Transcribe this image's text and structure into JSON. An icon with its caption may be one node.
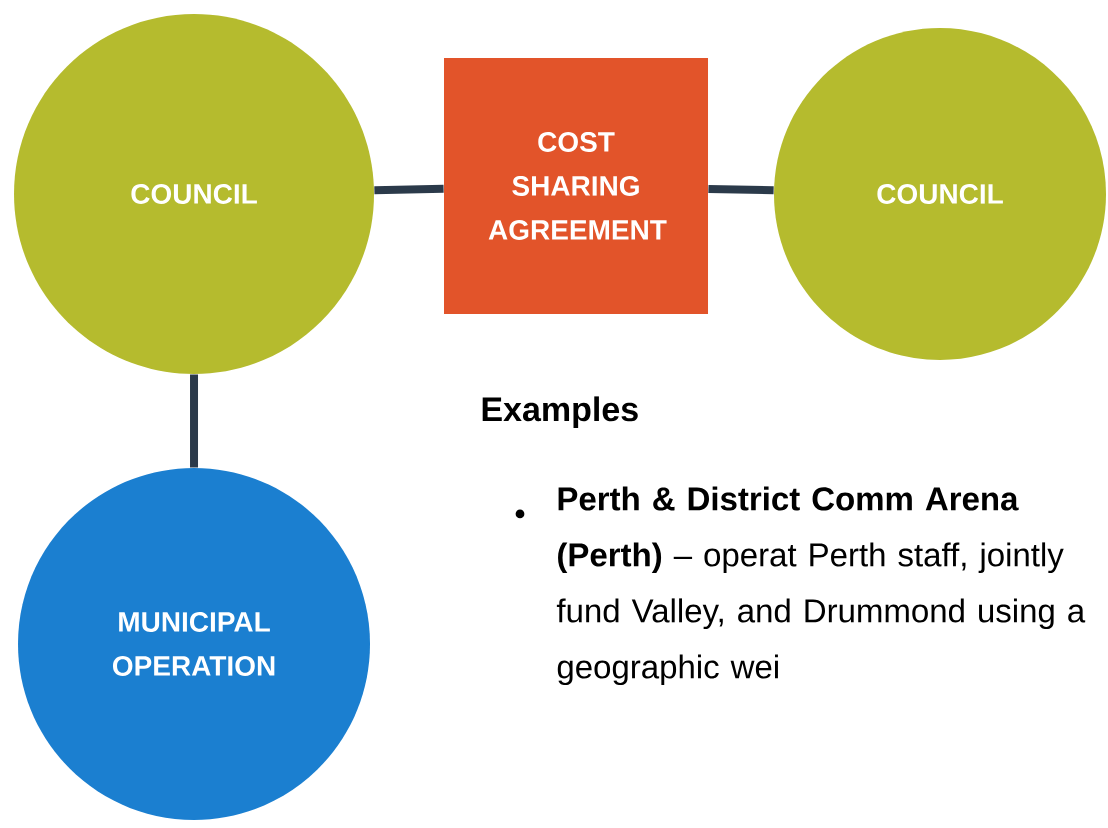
{
  "diagram": {
    "nodes": [
      {
        "text": [
          "COUNCIL"
        ]
      },
      {
        "text": [
          "COST SHARING AGREEMENT"
        ]
      },
      {
        "text": [
          "COUNCIL"
        ]
      },
      {
        "text": [
          "MUNICIPAL OPERATION"
        ]
      }
    ],
    "edges": [
      {
        "from": 0,
        "to": 1,
        "arrow": "none"
      },
      {
        "from": 1,
        "to": 2,
        "arrow": "none"
      },
      {
        "from": 0,
        "to": 3,
        "arrow": "none"
      }
    ],
    "labels": [
      "Examples",
      "**Perth & District Comm Arena (Perth)** – operat Perth staff, jointly fund Valley, and Drummond using a geographic wei"
    ]
  }
}
